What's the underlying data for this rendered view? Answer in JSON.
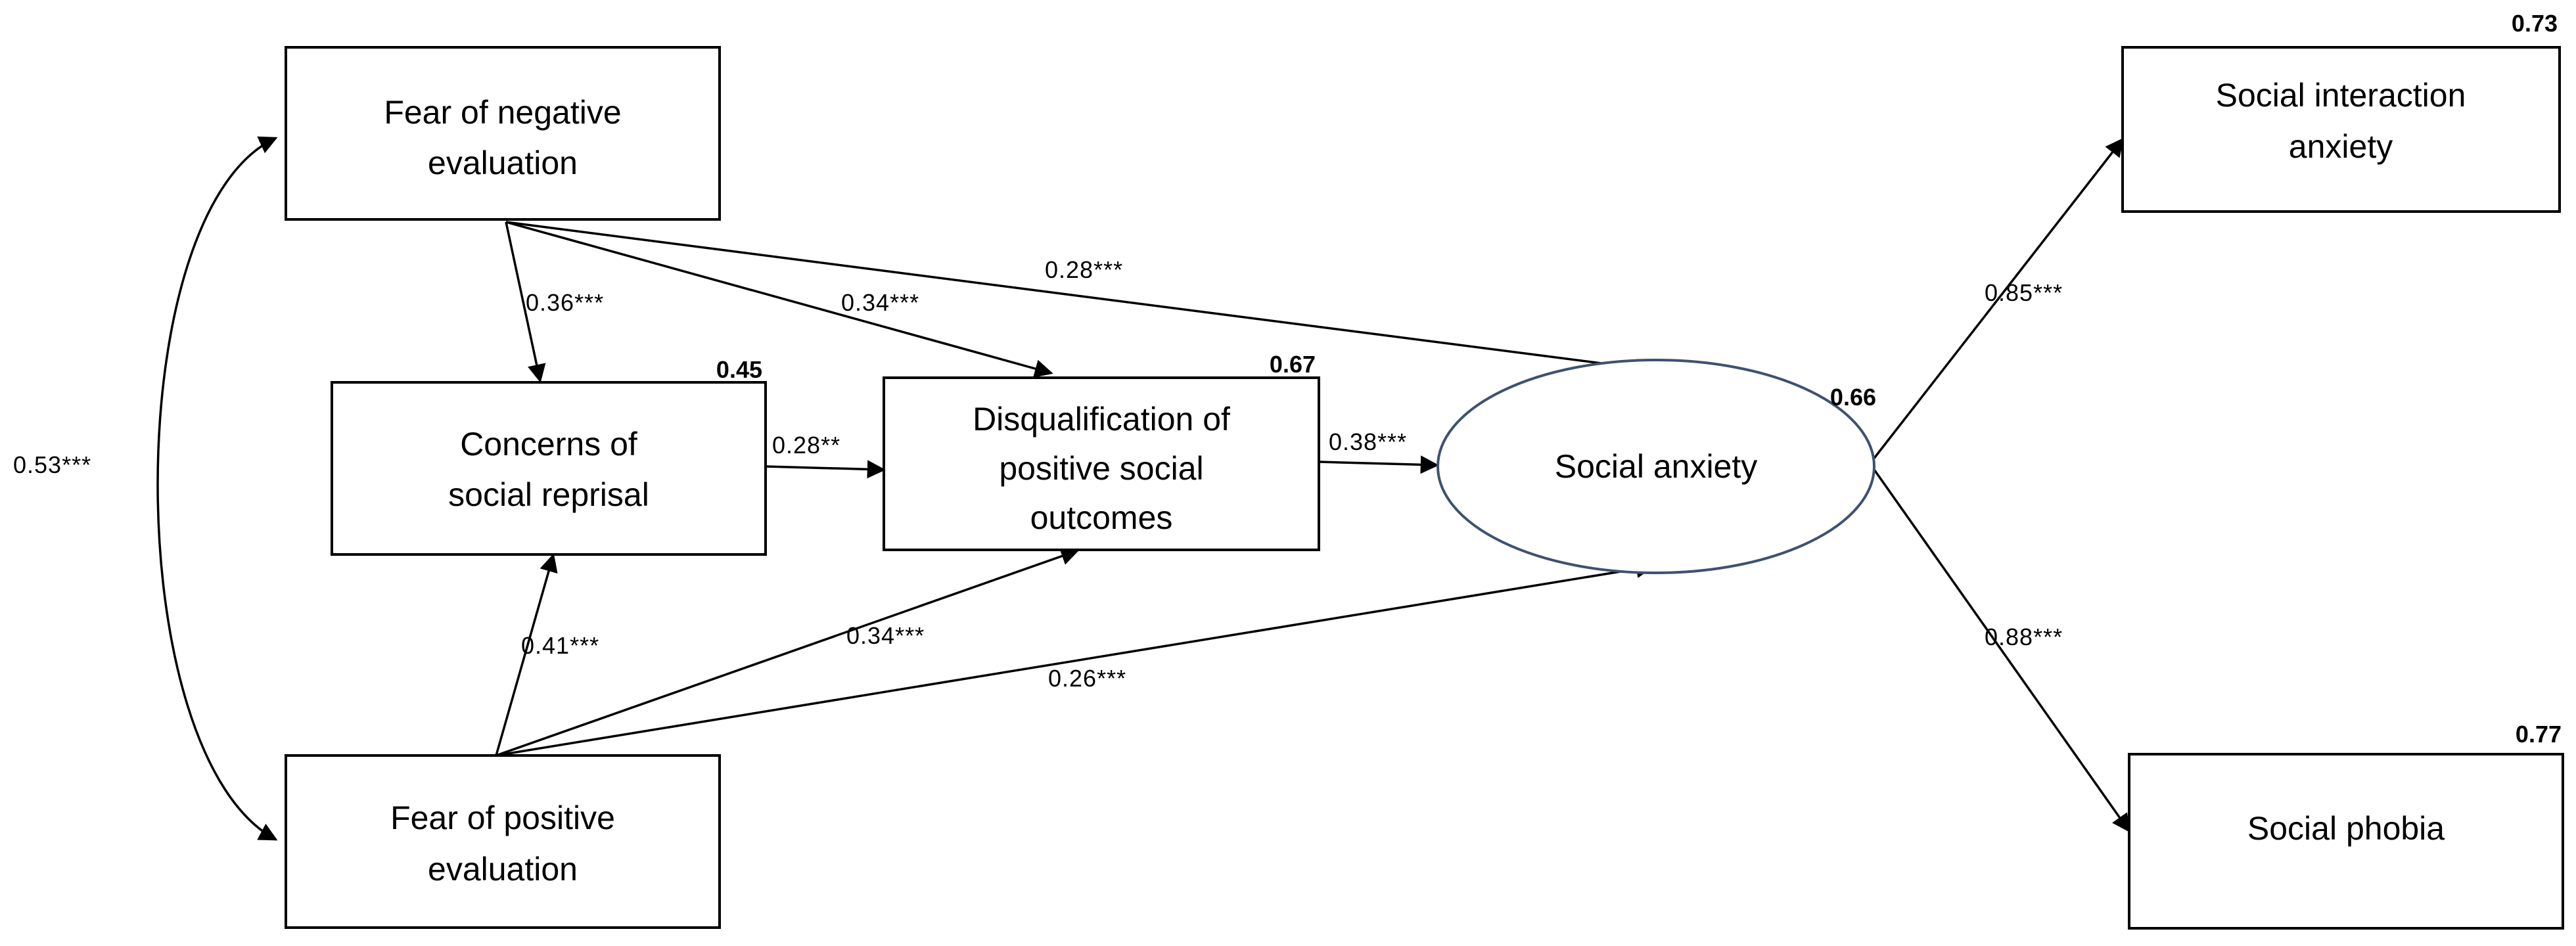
{
  "nodes": {
    "fne": {
      "lines": [
        "Fear of negative",
        "evaluation"
      ]
    },
    "csr": {
      "lines": [
        "Concerns of",
        "social reprisal"
      ],
      "r2": "0.45"
    },
    "dpso": {
      "lines": [
        "Disqualification of",
        "positive social",
        "outcomes"
      ],
      "r2": "0.67"
    },
    "fpe": {
      "lines": [
        "Fear of positive",
        "evaluation"
      ]
    },
    "sa": {
      "lines": [
        "Social anxiety"
      ],
      "r2": "0.66"
    },
    "sia": {
      "lines": [
        "Social interaction",
        "anxiety"
      ],
      "r2": "0.73"
    },
    "sp": {
      "lines": [
        "Social phobia"
      ],
      "r2": "0.77"
    }
  },
  "paths": {
    "fne_csr": "0.36***",
    "fne_dpso": "0.34***",
    "fne_sa": "0.28***",
    "csr_dpso": "0.28**",
    "dpso_sa": "0.38***",
    "fpe_csr": "0.41***",
    "fpe_dpso": "0.34***",
    "fpe_sa": "0.26***",
    "sa_sia": "0.85***",
    "sa_sp": "0.88***",
    "fne_fpe": "0.53***"
  }
}
